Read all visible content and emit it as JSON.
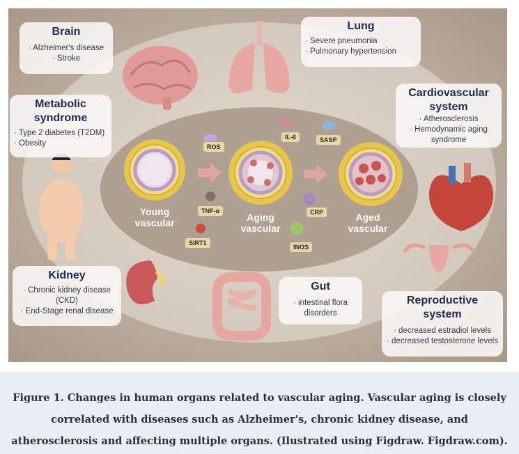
{
  "figure": {
    "brain": {
      "title": "Brain",
      "items": [
        "· Alzheimer's disease",
        "· Stroke"
      ]
    },
    "lung": {
      "title": "Lung",
      "items": [
        "· Severe pneumonia",
        "· Pulmonary hypertension"
      ]
    },
    "metabolic": {
      "title_line1": "Metabolic",
      "title_line2": "syndrome",
      "items": [
        "· Type 2 diabetes (T2DM)",
        "· Obesity"
      ]
    },
    "cardio": {
      "title_line1": "Cardiovascular",
      "title_line2": "system",
      "items": [
        "· Atherosclerosis",
        "· Hemodynamic aging",
        "syndrome"
      ]
    },
    "kidney": {
      "title": "Kidney",
      "items": [
        "· Chronic kidney  disease",
        "(CKD)",
        "· End-Stage renal disease"
      ]
    },
    "gut": {
      "title": "Gut",
      "items": [
        "· intestinal flora",
        "disorders"
      ]
    },
    "reproductive": {
      "title_line1": "Reproductive",
      "title_line2": "system",
      "items": [
        "· decreased estradiol levels",
        "· decreased testosterone levels"
      ]
    },
    "center": {
      "young": [
        "Young",
        "vascular"
      ],
      "aging": [
        "Aging",
        "vascular"
      ],
      "aged": [
        "Aged",
        "vascular"
      ],
      "factors": {
        "ros": "ROS",
        "il6": "IL-6",
        "sasp": "SASP",
        "tnf": "TNF-α",
        "crp": "CRP",
        "sirt1": "SIRT1",
        "inos": "INOS"
      }
    }
  },
  "caption": {
    "line1": "Figure 1. Changes in human organs related to vascular aging. Vascular aging is closely",
    "line2": "correlated with diseases such as Alzheimer's, chronic kidney disease, and",
    "line3": "atherosclerosis and affecting multiple organs. (Ilustrated using Figdraw. Figdraw.com)."
  }
}
